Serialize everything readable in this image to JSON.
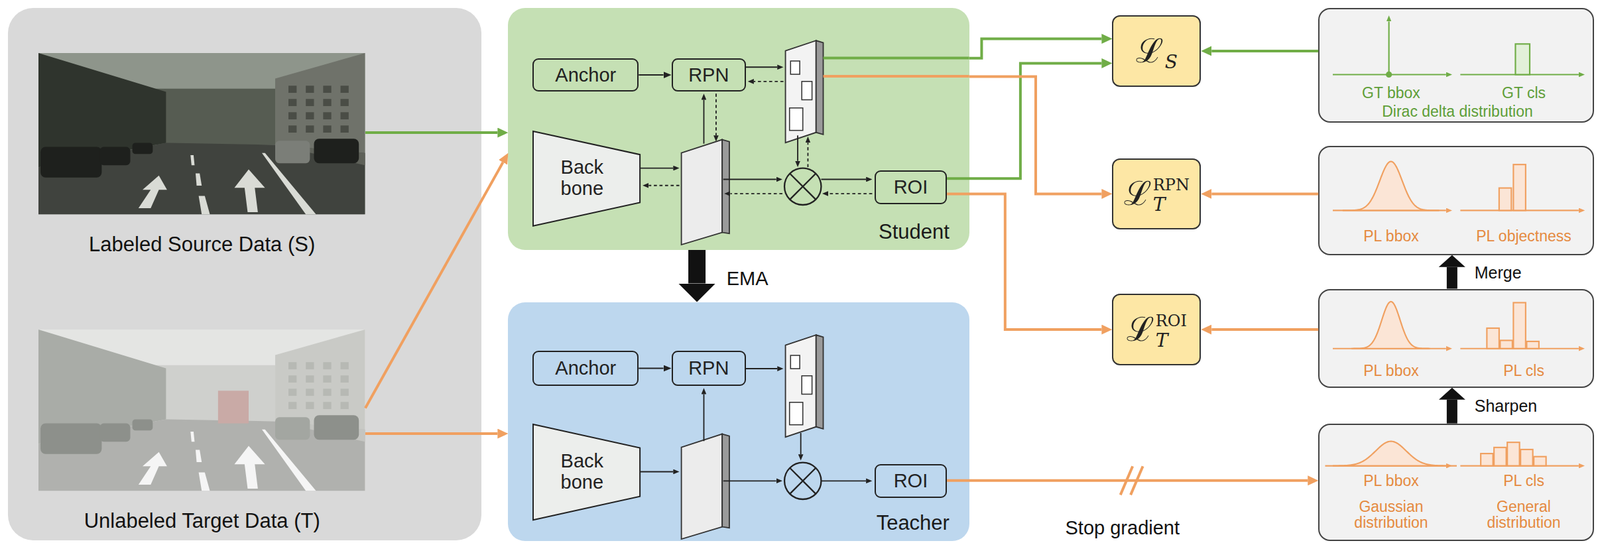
{
  "diagram": {
    "nodes": [
      {
        "text": [
          "Labeled Source Data (S)"
        ]
      },
      {
        "text": [
          "Unlabeled Target Data (T)"
        ]
      },
      {
        "text": [
          "Student"
        ]
      },
      {
        "text": [
          "Anchor"
        ],
        "in": 2
      },
      {
        "text": [
          "RPN"
        ],
        "in": 2
      },
      {
        "text": [
          "Back bone"
        ],
        "in": 2
      },
      {
        "text": [
          "ROI"
        ],
        "in": 2
      },
      {
        "text": [
          "Teacher"
        ]
      },
      {
        "text": [
          "Anchor"
        ],
        "in": 7
      },
      {
        "text": [
          "RPN"
        ],
        "in": 7
      },
      {
        "text": [
          "Back bone"
        ],
        "in": 7
      },
      {
        "text": [
          "ROI"
        ],
        "in": 7
      },
      {
        "text": [
          "ℒ",
          "S"
        ]
      },
      {
        "text": [
          "ℒ",
          "T",
          "RPN"
        ]
      },
      {
        "text": [
          "ℒ",
          "T",
          "ROI"
        ]
      },
      {
        "text": [
          "GT bbox",
          "GT cls",
          "Dirac delta distribution"
        ]
      },
      {
        "text": [
          "PL bbox",
          "PL objectness"
        ]
      },
      {
        "text": [
          "PL bbox",
          "PL cls"
        ]
      },
      {
        "text": [
          "PL bbox",
          "PL cls",
          "Gaussian distribution",
          "General distribution"
        ]
      }
    ],
    "edges": [
      {
        "from": 0,
        "to": 2,
        "arrow": "to"
      },
      {
        "from": 1,
        "to": 2,
        "arrow": "to"
      },
      {
        "from": 1,
        "to": 7,
        "arrow": "to"
      },
      {
        "from": 2,
        "to": 7,
        "arrow": "to",
        "label": "EMA"
      },
      {
        "from": 3,
        "to": 4,
        "arrow": "to"
      },
      {
        "from": 8,
        "to": 9,
        "arrow": "to"
      },
      {
        "from": 2,
        "to": 12,
        "arrow": "to"
      },
      {
        "from": 6,
        "to": 12,
        "arrow": "to"
      },
      {
        "from": 2,
        "to": 13,
        "arrow": "to"
      },
      {
        "from": 6,
        "to": 14,
        "arrow": "to"
      },
      {
        "from": 15,
        "to": 12,
        "arrow": "to"
      },
      {
        "from": 16,
        "to": 13,
        "arrow": "to"
      },
      {
        "from": 17,
        "to": 14,
        "arrow": "to"
      },
      {
        "from": 11,
        "to": 18,
        "arrow": "to",
        "label": "Stop gradient"
      },
      {
        "from": 17,
        "to": 16,
        "arrow": "to",
        "label": "Merge"
      },
      {
        "from": 18,
        "to": 17,
        "arrow": "to",
        "label": "Sharpen"
      }
    ]
  }
}
